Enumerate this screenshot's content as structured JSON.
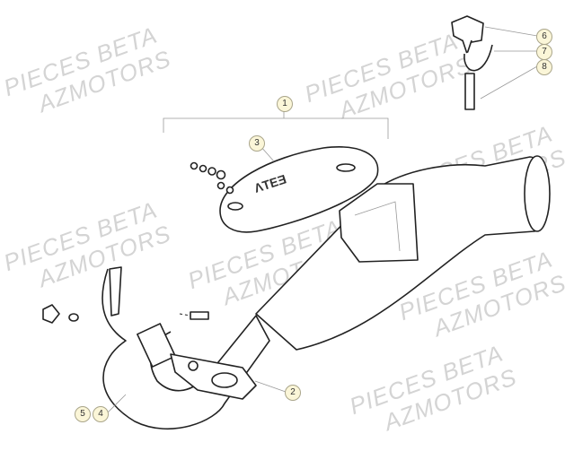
{
  "watermark": {
    "line1": "PIECES BETA",
    "line2": "AZMOTORS"
  },
  "callouts": {
    "c1": "1",
    "c2": "2",
    "c3": "3",
    "c4": "4",
    "c5": "5",
    "c6": "6",
    "c7": "7",
    "c8": "8"
  },
  "colors": {
    "callout_fill": "#fbf6d8",
    "watermark": "#d4d4d4"
  }
}
